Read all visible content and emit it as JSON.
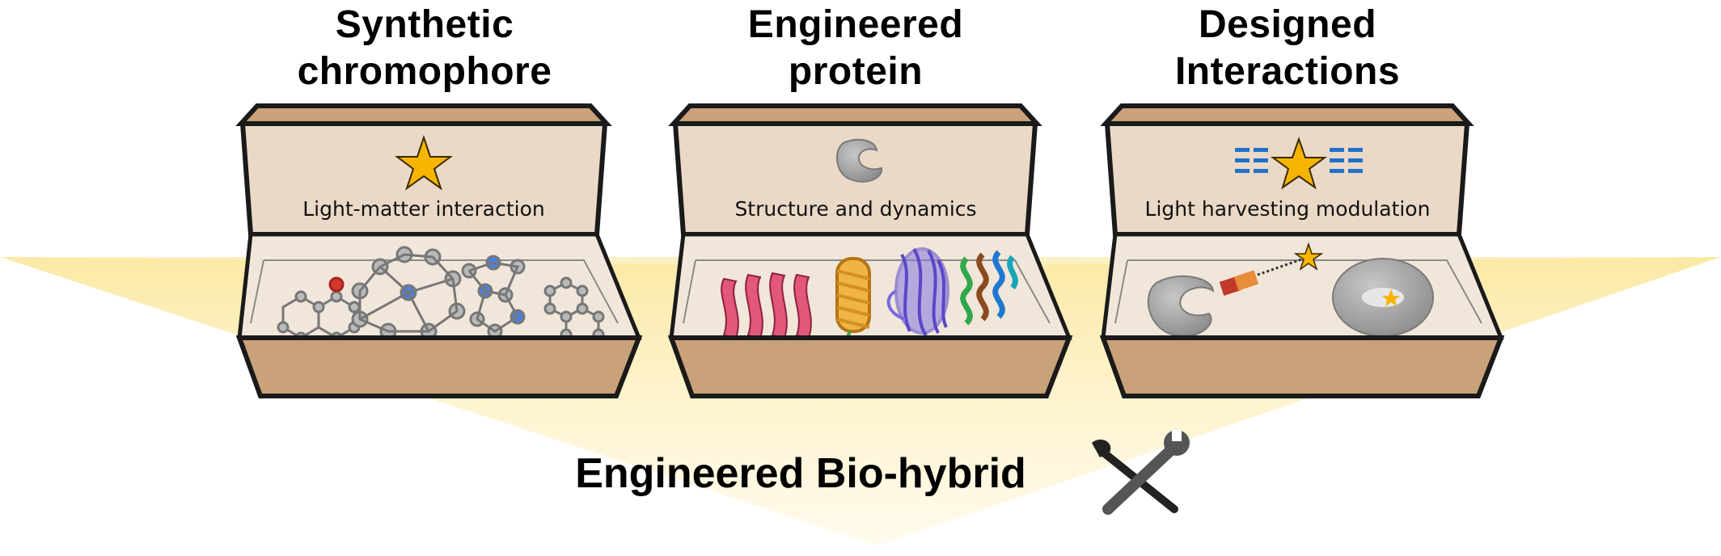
{
  "boxes": [
    {
      "title_line1": "Synthetic",
      "title_line2": "chromophore",
      "caption": "Light-matter interaction",
      "lid_icon": "star-icon"
    },
    {
      "title_line1": "Engineered",
      "title_line2": "protein",
      "caption": "Structure and dynamics",
      "lid_icon": "protein-blob-icon"
    },
    {
      "title_line1": "Designed",
      "title_line2": "Interactions",
      "caption": "Light harvesting modulation",
      "lid_icon": "star-with-dashes-icon"
    }
  ],
  "bottom_label": "Engineered Bio-hybrid",
  "bottom_icon": "wrench-screwdriver-icon",
  "colors": {
    "box_front": "#c9a27a",
    "box_interior": "#f1e6da",
    "lid": "#ead9c6",
    "outline": "#1a1a1a",
    "glow": "#fbecb0",
    "star": "#f7b500",
    "dashes": "#1f72c8",
    "helix_pink": "#e2577a",
    "helix_orange": "#e8a73a",
    "barrel_purple": "#6a5ad0",
    "protein_grey": "#a6a6a6"
  }
}
